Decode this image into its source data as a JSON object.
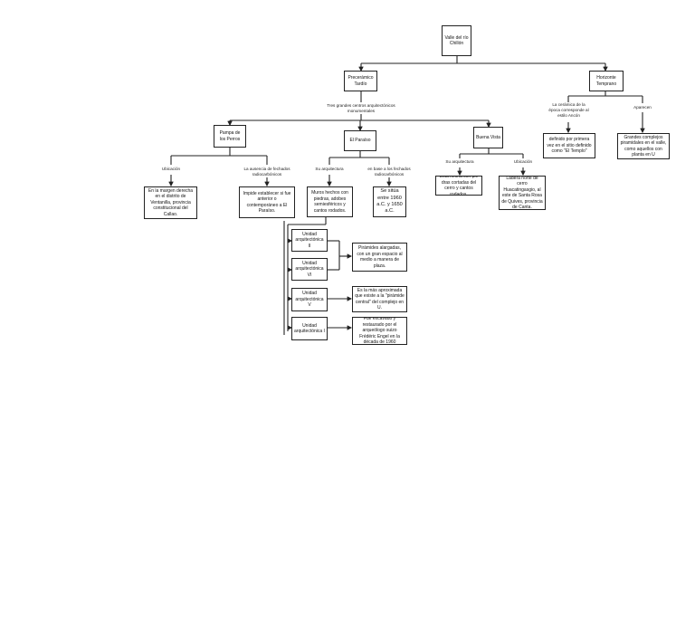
{
  "nodes": {
    "root": "Valle del río Chillón",
    "formativo": "Precerámico Tardío",
    "horizonte": "Horizonte Temprano",
    "pampa": "Pampa de los Perros",
    "paraiso": "El Paraíso",
    "buena_vista": "Buena Vista",
    "ub_pampa": "En la margen derecha en el distrito de Ventanilla, provincia constitucional del Callao.",
    "impide": "Impide establecer si fue anterior o contemporáneo a El Paraíso.",
    "muros": "Muros hechos con piedras, adobes semiesféricos y cantos rodados.",
    "se_situa": "Se sitúa entre 1960 a.C. y 1650 a.C.",
    "bv_arq": "Está hecha con pie dras cortadas del cerro y cantos rodados.",
    "bv_ub": "Ladera norte de cerro Huacatingasgio, al este de Santa Rosa de Quives, provincia de Canta.",
    "definido": "definido por primera vez en el sitio definido como \"El Templo\"",
    "grandes": "Grandes complejos piramidales en el valle, como aquellos con planta en U",
    "ua2": "Unidad arquitectónica II",
    "ua6": "Unidad arquitectónica VI",
    "ua5": "Unidad arquitectónica V",
    "ua1": "Unidad arquitectónica I",
    "piramides": "Pirámides alargadas, con un gran espacio al medio a manera de plaza.",
    "es_mas": "Es la más aproximada que existe a la \"pirámide central\" del complejo en U.",
    "excavado": "Fue excavado y restaurado por el arqueólogo suizo Frédéric Engel en la década de 1960"
  },
  "labels": {
    "tres_grandes": "Tres grandes centros arquitectónicos monumentales",
    "ub_1": "Ubicación",
    "ausencia": "La ausencia de fechados radiocarbónicos",
    "su_arq_1": "Su arquitectura",
    "en_base": "en base a los fechados radiocarbónicos",
    "su_arq_2": "Su arquitectura",
    "ub_2": "Ubicación",
    "la_cer": "La cerámica de la época corresponde al estilo Ancón",
    "aparecen": "Aparecen"
  }
}
